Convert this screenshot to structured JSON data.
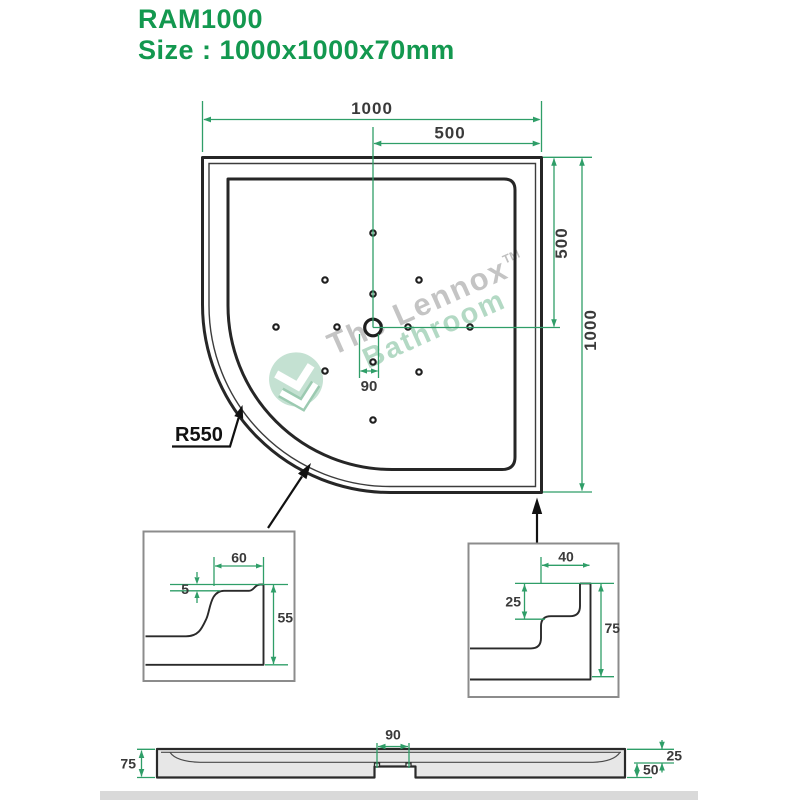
{
  "header": {
    "model": "RAM1000",
    "size": "Size : 1000x1000x70mm"
  },
  "watermark": {
    "brand": "The Lennox",
    "tm": "TM",
    "sub": "Bathroom"
  },
  "top_view": {
    "dim_width": "1000",
    "dim_half_width": "500",
    "dim_half_height": "500",
    "dim_height": "1000",
    "dim_drain": "90",
    "radius_label": "R550"
  },
  "detail_left": {
    "dim_rim_width": "60",
    "dim_lip_drop": "5",
    "dim_edge_height": "55"
  },
  "detail_right": {
    "dim_rim_width": "40",
    "dim_step_depth": "25",
    "dim_edge_height": "75"
  },
  "elevation": {
    "dim_drain": "90",
    "dim_total_height": "75",
    "dim_rim_depth": "25",
    "dim_base_height": "50"
  },
  "colors": {
    "title_green": "#13984f",
    "dimension_green": "#2f9e68",
    "line_black": "#262626",
    "watermark_green": "#96caad",
    "watermark_gray": "#949494",
    "elevation_fill": "#e7e7e7",
    "detail_box_border": "#8c8c8c",
    "bottom_bar": "#d9d9d9"
  }
}
